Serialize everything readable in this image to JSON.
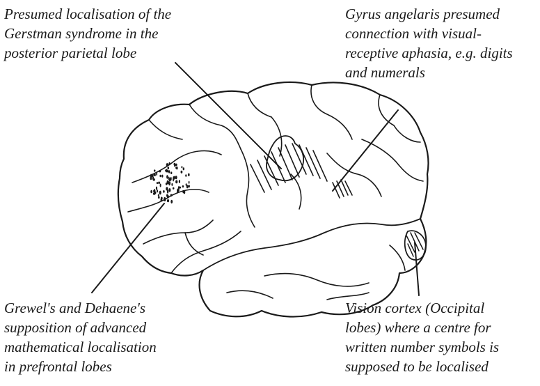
{
  "labels": {
    "gerstman": [
      "Presumed localisation of the",
      "Gerstman syndrome in the",
      "posterior parietal lobe"
    ],
    "gyrus": [
      "Gyrus angelaris presumed",
      "connection with visual-",
      "receptive aphasia, e.g. digits",
      "and numerals"
    ],
    "prefrontal": [
      "Grewel's and Dehaene's",
      "supposition of advanced",
      "mathematical localisation",
      "in prefrontal lobes"
    ],
    "vision": [
      "Vision cortex (Occipital",
      "lobes) where a centre for",
      "written number symbols is",
      "supposed to be localised"
    ]
  },
  "colors": {
    "ink": "#1a1a1a",
    "background": "#ffffff"
  }
}
